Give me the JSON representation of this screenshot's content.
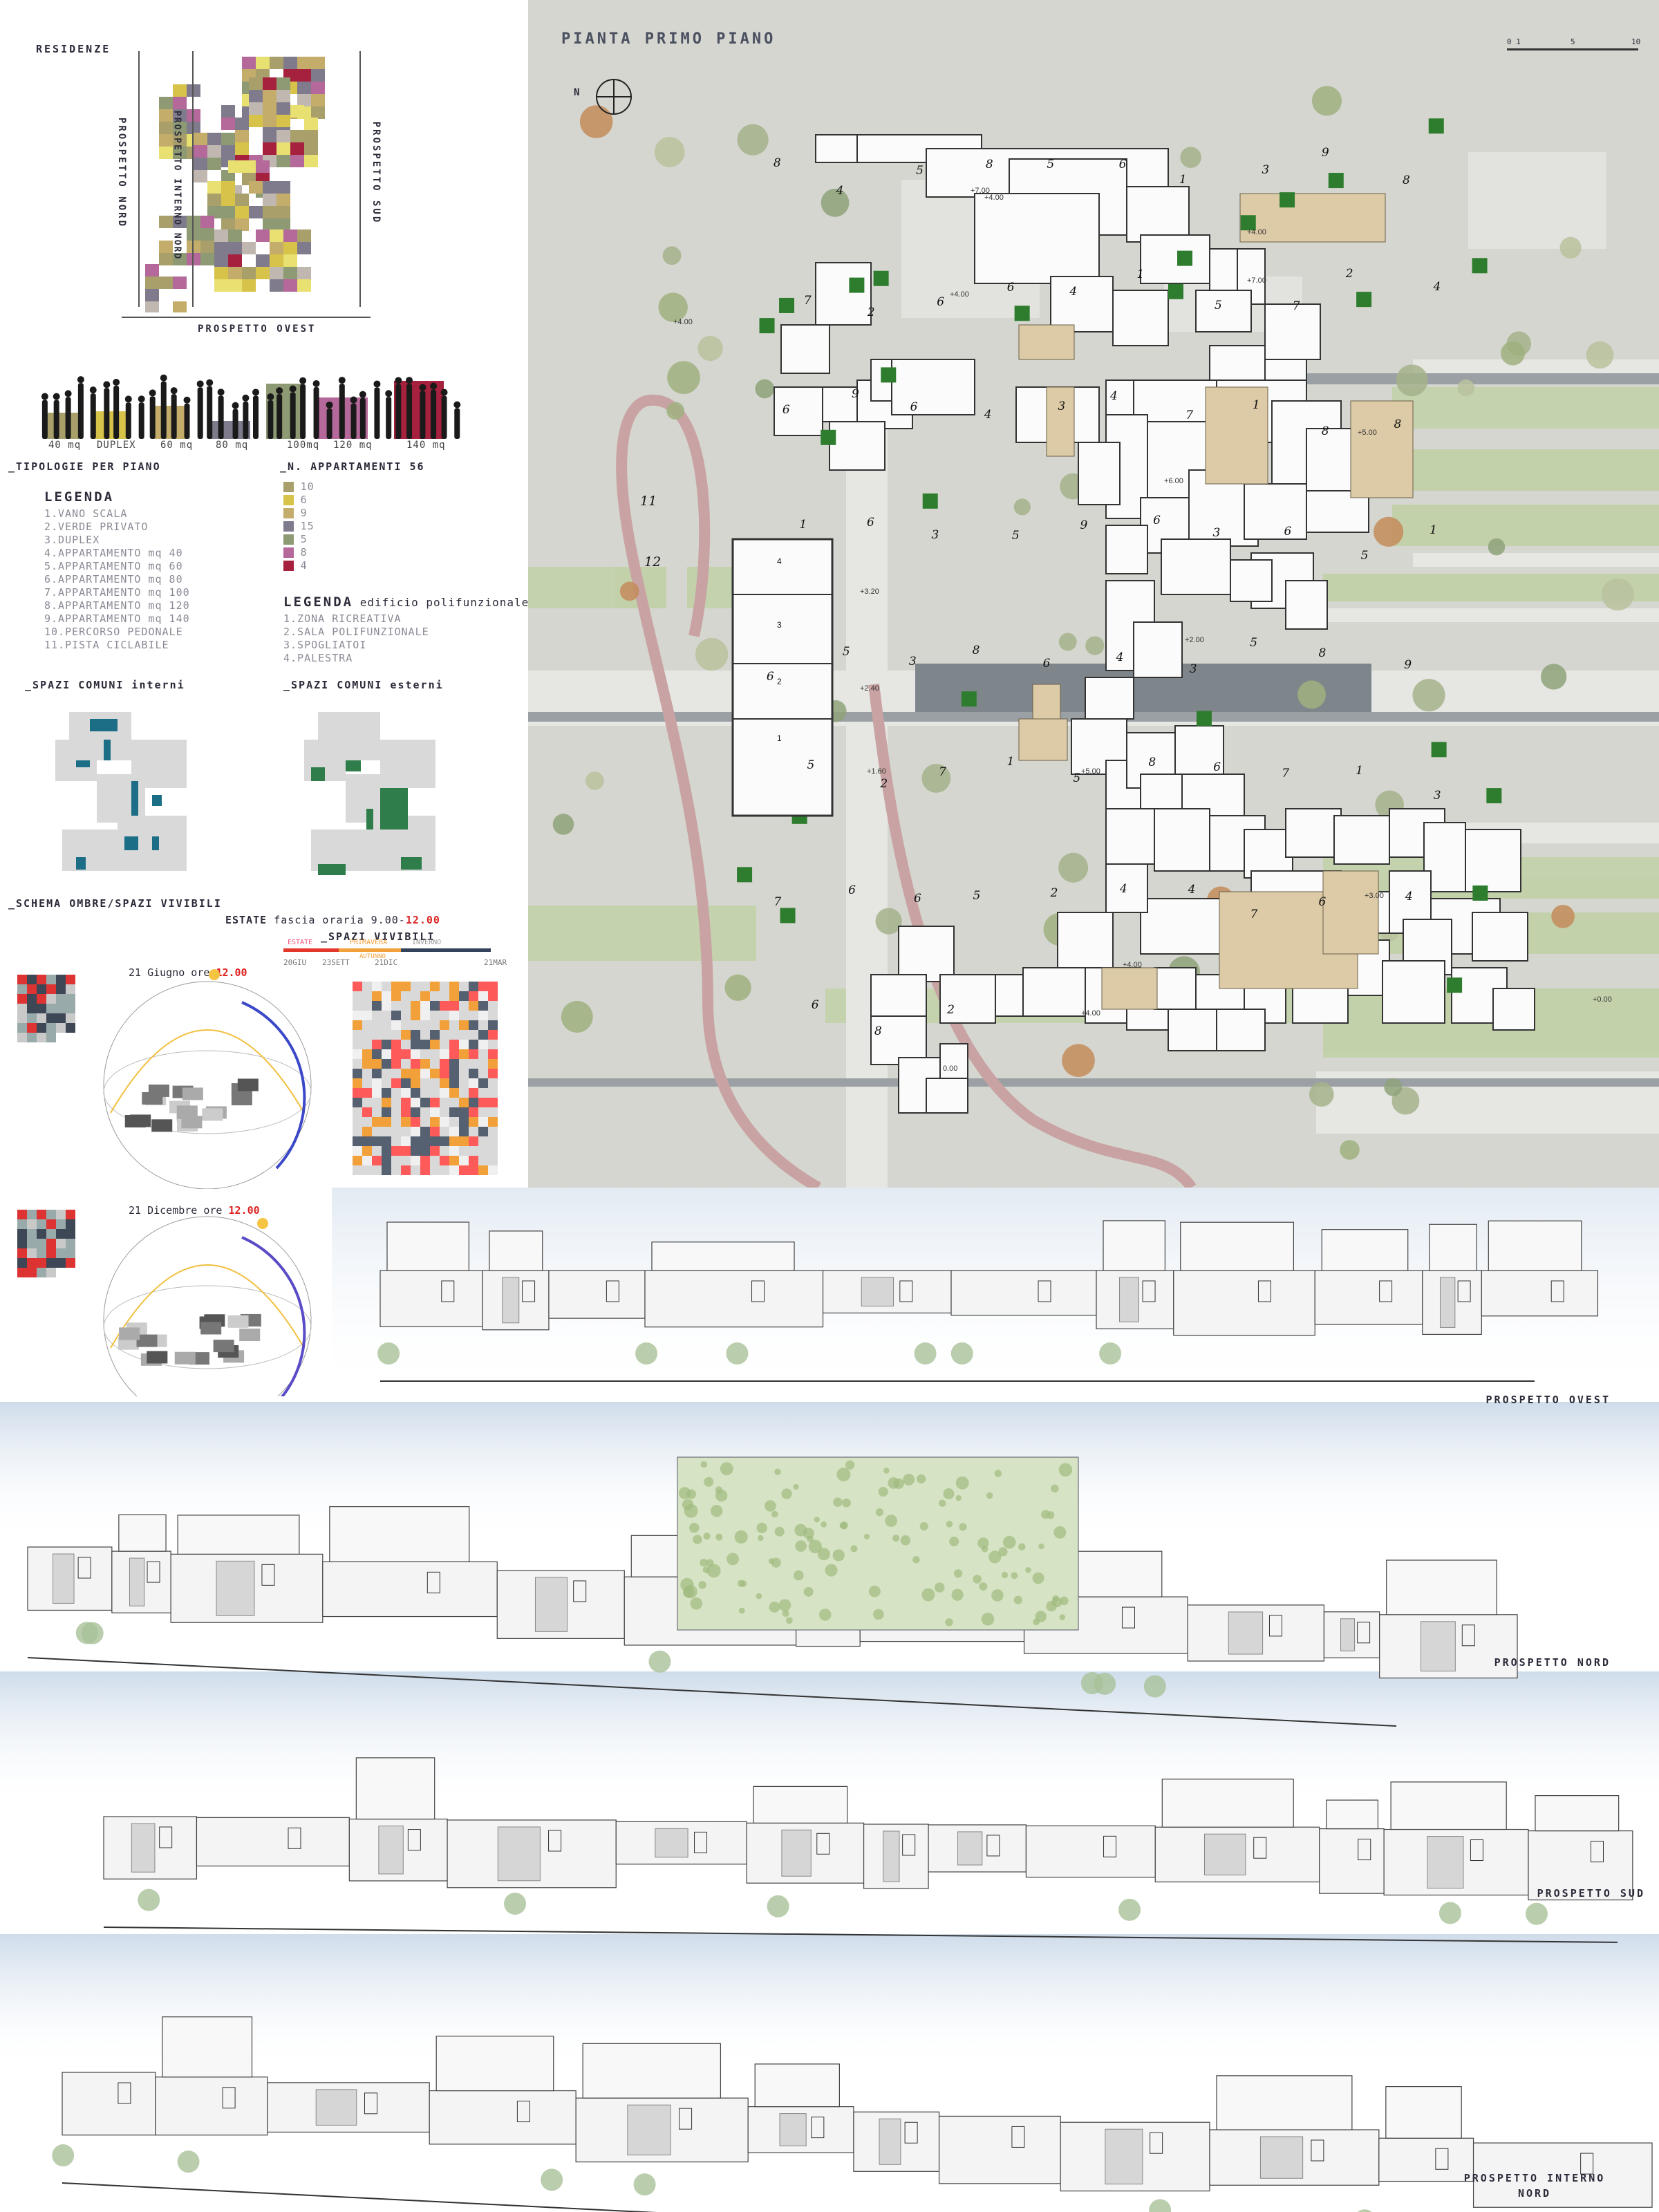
{
  "left_panel": {
    "residenze_title": "RESIDENZE",
    "prospetto_nord": "PROSPETTO NORD",
    "prospetto_interno_nord": "PROSPETTO INTERNO NORD",
    "prospetto_sud": "PROSPETTO SUD",
    "prospetto_ovest": "PROSPETTO OVEST",
    "typology_labels": [
      "40 mq",
      "DUPLEX",
      "60 mq",
      "80 mq",
      "100mq",
      "120 mq",
      "140 mq"
    ],
    "typology_colors": [
      "#a89f6b",
      "#d7c24a",
      "#c4ad6a",
      "#7f7b8c",
      "#8e9a74",
      "#b5689a",
      "#a5213d"
    ],
    "tipologie_title": "_TIPOLOGIE PER PIANO",
    "n_appartamenti_title": "_N. APPARTAMENTI 56",
    "appartamenti_counts": [
      "10",
      "6",
      "9",
      "15",
      "5",
      "8",
      "4"
    ],
    "legenda_title": "LEGENDA",
    "legenda_items": [
      "1.VANO SCALA",
      "2.VERDE PRIVATO",
      "3.DUPLEX",
      "4.APPARTAMENTO mq 40",
      "5.APPARTAMENTO mq 60",
      "6.APPARTAMENTO mq 80",
      "7.APPARTAMENTO mq 100",
      "8.APPARTAMENTO mq 120",
      "9.APPARTAMENTO mq 140",
      "10.PERCORSO PEDONALE",
      "11.PISTA CICLABILE"
    ],
    "legenda_poli_title_a": "LEGENDA",
    "legenda_poli_title_b": "edificio polifunzionale",
    "legenda_poli_items": [
      "1.ZONA RICREATIVA",
      "2.SALA POLIFUNZIONALE",
      "3.SPOGLIATOI",
      "4.PALESTRA"
    ],
    "spazi_interni": "_SPAZI COMUNI interni",
    "spazi_esterni": "_SPAZI COMUNI esterni",
    "schema_ombre": "_SCHEMA OMBRE/SPAZI VIVIBILI",
    "estate_a": "ESTATE",
    "estate_b": "fascia oraria 9.00-",
    "estate_c": "12.00",
    "spazi_vivibili": "_SPAZI VIVIBILI",
    "season_bar_labels": [
      "ESTATE",
      "PRIMAVERA",
      "INVERNO",
      "AUTUNNO"
    ],
    "season_dates": [
      "20GIU",
      "23SETT",
      "21DIC",
      "21MAR"
    ],
    "giugno_a": "21 Giugno ore",
    "giugno_b": "12.00",
    "dicembre_a": "21 Dicembre ore",
    "dicembre_b": "12.00"
  },
  "plan": {
    "title": "PIANTA PRIMO PIANO",
    "north": "N",
    "scale_labels": [
      "0 1",
      "5",
      "10"
    ],
    "levels": [
      "+4.00",
      "+4.00",
      "+7.00",
      "+4.00",
      "+7.00",
      "+5.00",
      "+6.00",
      "+3.20",
      "+2.00",
      "+2.40",
      "+5.00",
      "+1.60",
      "+3.00",
      "+4.00",
      "+4.00",
      "0.00",
      "+0.00",
      "+4.00"
    ],
    "path_labels": [
      "11",
      "12"
    ],
    "poli_numbers": [
      "4",
      "3",
      "2",
      "1"
    ],
    "unit_numbers": [
      "8",
      "4",
      "5",
      "8",
      "5",
      "6",
      "1",
      "3",
      "9",
      "8",
      "7",
      "2",
      "6",
      "6",
      "4",
      "1",
      "5",
      "7",
      "2",
      "4",
      "6",
      "9",
      "6",
      "4",
      "3",
      "4",
      "7",
      "1",
      "8",
      "8",
      "1",
      "6",
      "3",
      "5",
      "9",
      "6",
      "3",
      "6",
      "5",
      "1",
      "6",
      "5",
      "3",
      "8",
      "6",
      "4",
      "3",
      "5",
      "8",
      "9",
      "5",
      "2",
      "7",
      "1",
      "5",
      "8",
      "6",
      "7",
      "1",
      "3",
      "7",
      "6",
      "6",
      "5",
      "2",
      "4",
      "4",
      "7",
      "6",
      "4",
      "6",
      "8",
      "2"
    ]
  },
  "elevations": {
    "ovest": "PROSPETTO OVEST",
    "nord": "PROSPETTO NORD",
    "sud": "PROSPETTO SUD",
    "interno_nord": "PROSPETTO INTERNO NORD"
  }
}
